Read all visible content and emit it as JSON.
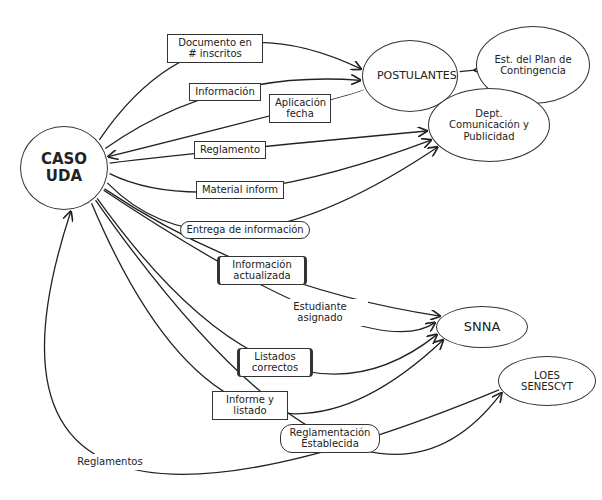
{
  "diagram": {
    "nodes": [
      {
        "text": [
          "CASO UDA"
        ]
      },
      {
        "text": [
          "POSTULANTES"
        ]
      },
      {
        "text": [
          "Est. del Plan de Contingencia"
        ]
      },
      {
        "text": [
          "Dept. Comunicación y Publicidad"
        ]
      },
      {
        "text": [
          "SNNA"
        ]
      },
      {
        "text": [
          "LOES SENESCYT"
        ]
      }
    ],
    "edges": [
      {
        "from": 0,
        "to": 1,
        "label": "Documento en # inscritos",
        "arrow": "to"
      },
      {
        "from": 0,
        "to": 1,
        "label": "Información",
        "arrow": "to"
      },
      {
        "from": 1,
        "to": 0,
        "label": "Aplicación fecha",
        "arrow": "to"
      },
      {
        "from": 0,
        "to": 3,
        "label": "Reglamento",
        "arrow": "to"
      },
      {
        "from": 0,
        "to": 3,
        "label": "Material inform",
        "arrow": "to"
      },
      {
        "from": 0,
        "to": 3,
        "label": "Entrega de información",
        "arrow": "to"
      },
      {
        "from": 0,
        "to": 4,
        "label": "Información actualizada",
        "arrow": "to"
      },
      {
        "from": 0,
        "to": 4,
        "label": "Estudiante asignado",
        "arrow": "to"
      },
      {
        "from": 0,
        "to": 4,
        "label": "Listados correctos",
        "arrow": "to"
      },
      {
        "from": 0,
        "to": 4,
        "label": "Informe y listado",
        "arrow": "to"
      },
      {
        "from": 0,
        "to": 5,
        "label": "Reglamentación Establecida",
        "arrow": "to"
      },
      {
        "from": 5,
        "to": 0,
        "label": "Reglamentos",
        "arrow": "to"
      },
      {
        "from": 1,
        "to": 2,
        "arrow": "to"
      }
    ]
  }
}
